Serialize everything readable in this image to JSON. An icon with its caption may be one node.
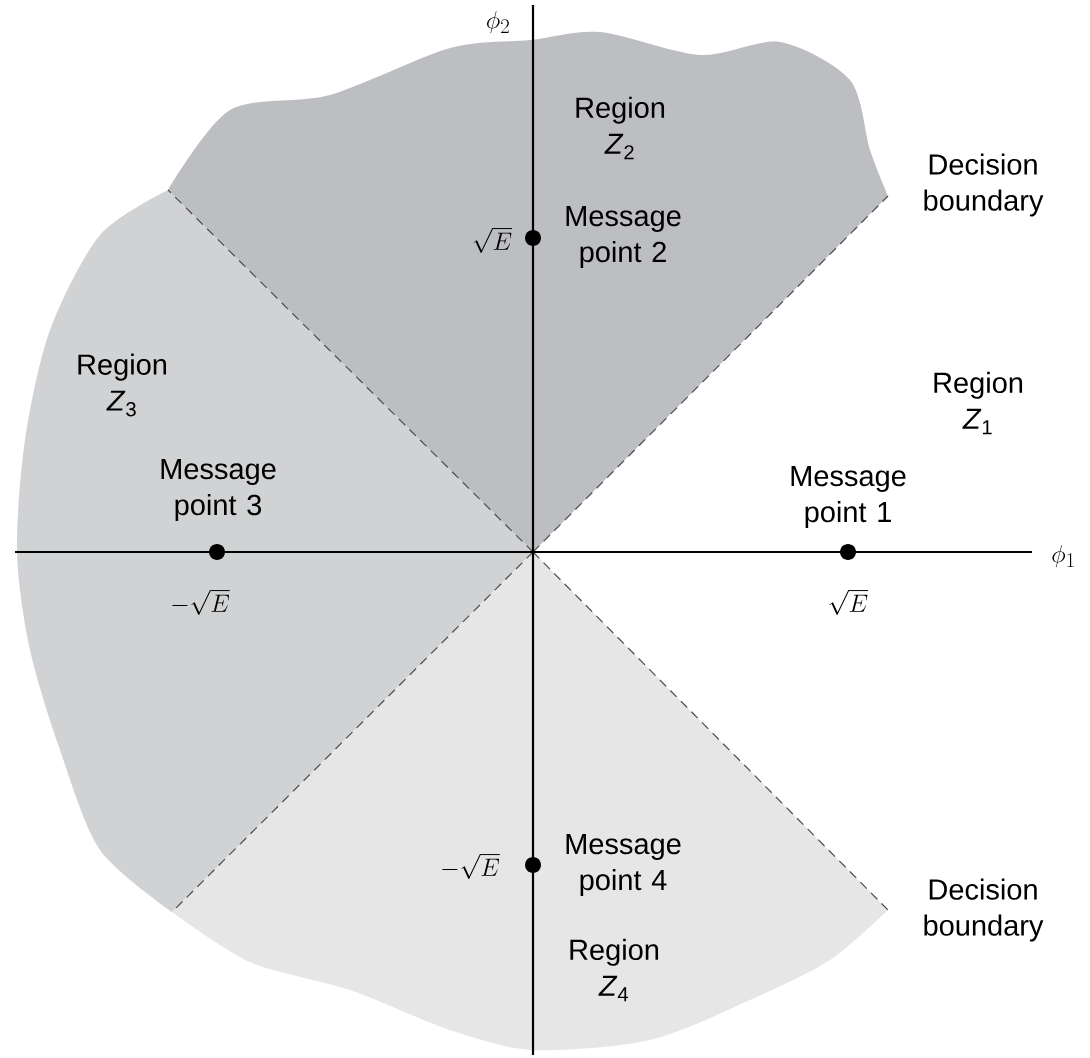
{
  "diagram": {
    "nodes": [
      {
        "text": [
          "Region *Z*$_{2}$"
        ]
      },
      {
        "text": [
          "Region *Z*$_{3}$"
        ]
      },
      {
        "text": [
          "Region *Z*$_{1}$"
        ]
      },
      {
        "text": [
          "Region *Z*$_{4}$"
        ]
      }
    ],
    "labels": [
      "\\phi_2",
      "Decision boundary",
      "\\sqrt{E}",
      "Message point 2",
      "Message point 3",
      "Message point 1",
      "\\phi_1",
      "-\\sqrt{E}",
      "\\sqrt{E}",
      "-\\sqrt{E}",
      "Message point 4",
      "Decision boundary"
    ]
  }
}
